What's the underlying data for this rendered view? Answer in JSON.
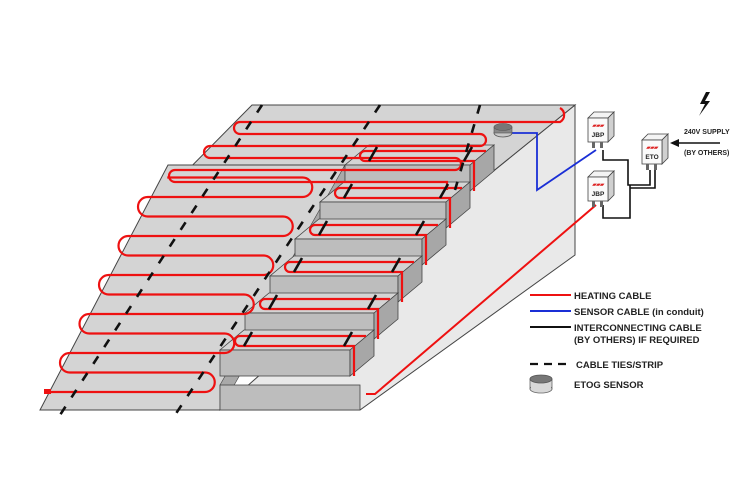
{
  "diagram": {
    "title": "Heated stairway and ramp cable layout",
    "colors": {
      "heating_cable": "#ee1111",
      "sensor_cable": "#1a2fd6",
      "interconnecting_cable": "#111111",
      "concrete_top": "#d4d4d4",
      "concrete_face": "#bdbdbd",
      "concrete_side": "#e9e9e9",
      "outline": "#444444"
    },
    "boxes": [
      {
        "id": "jbp-top",
        "label": "JBP"
      },
      {
        "id": "jbp-bottom",
        "label": "JBP"
      },
      {
        "id": "eto",
        "label": "ETO"
      }
    ],
    "supply": {
      "line1": "240V SUPPLY",
      "line2": "(BY OTHERS)"
    },
    "legend": [
      {
        "type": "heating",
        "label": "HEATING CABLE"
      },
      {
        "type": "sensor",
        "label": "SENSOR CABLE (in conduit)"
      },
      {
        "type": "interconnect",
        "label_line1": "INTERCONNECTING CABLE",
        "label_line2": "(BY OTHERS) IF REQUIRED"
      },
      {
        "type": "ties",
        "label": "CABLE TIES/STRIP"
      },
      {
        "type": "sensor-puck",
        "label": "ETOG SENSOR"
      }
    ],
    "steps_count": 6,
    "ramp_passes": 12,
    "top_passes": 5
  }
}
